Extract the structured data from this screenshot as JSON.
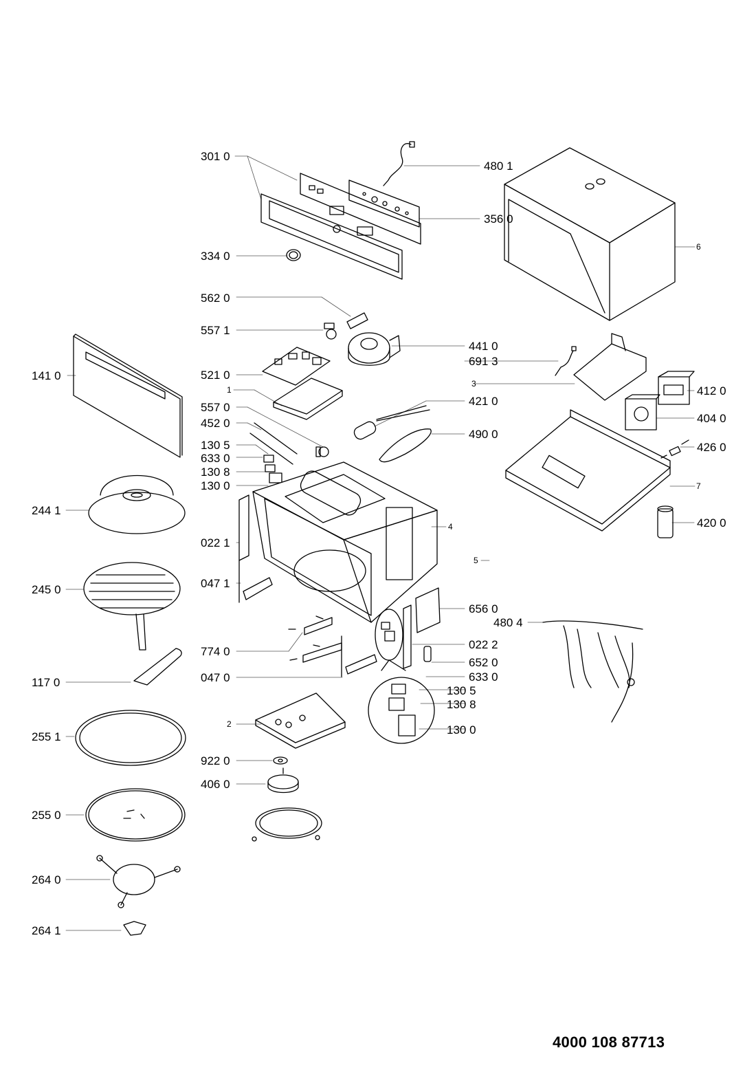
{
  "document_number": "4000 108 87713",
  "labels": {
    "l3010": "301 0",
    "l4801": "480 1",
    "l3560": "356 0",
    "l3340": "334 0",
    "l6": "6",
    "l5620": "562 0",
    "l5571": "557 1",
    "l4410": "441 0",
    "l6913": "691 3",
    "l1410": "141 0",
    "l5210": "521 0",
    "l3": "3",
    "l1": "1",
    "l4120": "412 0",
    "l5570": "557 0",
    "l4210": "421 0",
    "l4040": "404 0",
    "l4520": "452 0",
    "l4900": "490 0",
    "l1305a": "130 5",
    "l6330a": "633 0",
    "l4260": "426 0",
    "l1308a": "130 8",
    "l1300a": "130 0",
    "l7": "7",
    "l2441": "244 1",
    "l4": "4",
    "l4200": "420 0",
    "l0221": "022 1",
    "l5": "5",
    "l0471": "047 1",
    "l2450": "245 0",
    "l6560": "656 0",
    "l4804": "480 4",
    "l0222": "022 2",
    "l7740": "774 0",
    "l6520": "652 0",
    "l1170": "117 0",
    "l0470": "047 0",
    "l6330b": "633 0",
    "l1305b": "130 5",
    "l1308b": "130 8",
    "l2": "2",
    "l2551": "255 1",
    "l1300b": "130 0",
    "l9220": "922 0",
    "l4060": "406 0",
    "l2550": "255 0",
    "l2640": "264 0",
    "l2641": "264 1"
  }
}
